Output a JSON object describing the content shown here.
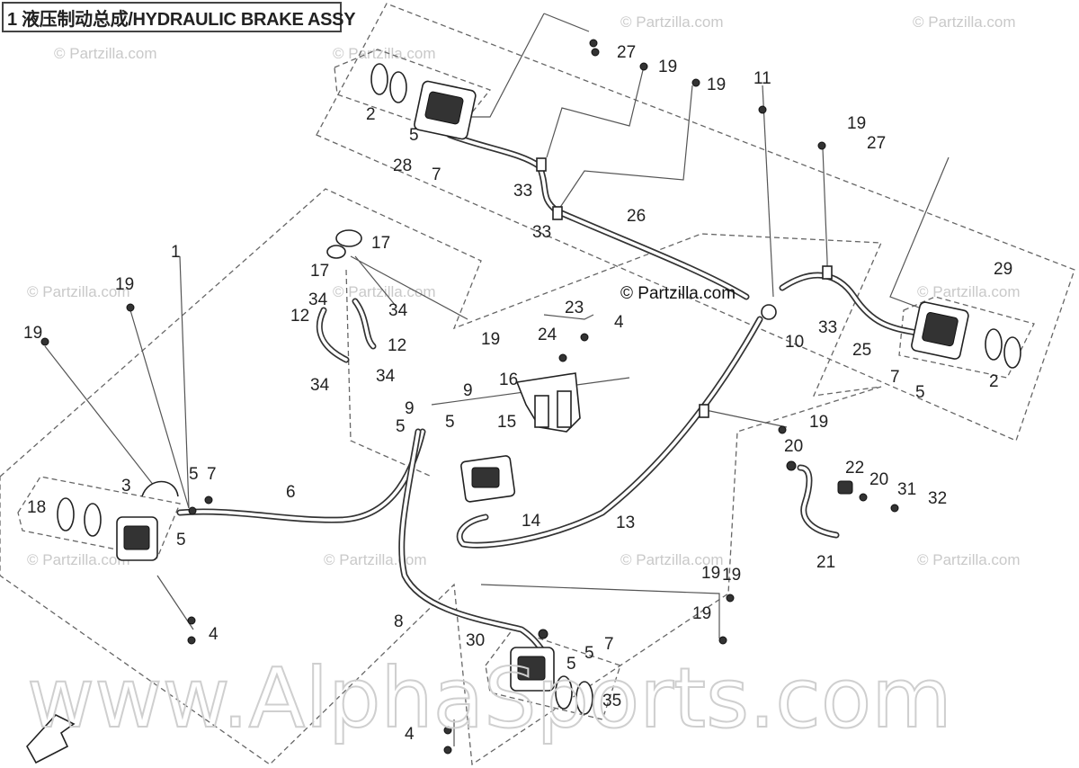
{
  "title": "1 液压制动总成/HYDRAULIC BRAKE ASSY",
  "watermark": {
    "partzilla": "© Partzilla.com",
    "alphasports": "www.AlphaSports.com"
  },
  "callouts": [
    {
      "id": "c-27a",
      "text": "27"
    },
    {
      "id": "c-19a",
      "text": "19"
    },
    {
      "id": "c-19b",
      "text": "19"
    },
    {
      "id": "c-11",
      "text": "11"
    },
    {
      "id": "c-2a",
      "text": "2"
    },
    {
      "id": "c-5a",
      "text": "5"
    },
    {
      "id": "c-28",
      "text": "28"
    },
    {
      "id": "c-7a",
      "text": "7"
    },
    {
      "id": "c-33a",
      "text": "33"
    },
    {
      "id": "c-33b",
      "text": "33"
    },
    {
      "id": "c-26",
      "text": "26"
    },
    {
      "id": "c-19c",
      "text": "19"
    },
    {
      "id": "c-27b",
      "text": "27"
    },
    {
      "id": "c-29",
      "text": "29"
    },
    {
      "id": "c-1",
      "text": "1"
    },
    {
      "id": "c-17a",
      "text": "17"
    },
    {
      "id": "c-17b",
      "text": "17"
    },
    {
      "id": "c-34a",
      "text": "34"
    },
    {
      "id": "c-34b",
      "text": "34"
    },
    {
      "id": "c-12a",
      "text": "12"
    },
    {
      "id": "c-12b",
      "text": "12"
    },
    {
      "id": "c-34c",
      "text": "34"
    },
    {
      "id": "c-34d",
      "text": "34"
    },
    {
      "id": "c-19d",
      "text": "19"
    },
    {
      "id": "c-19e",
      "text": "19"
    },
    {
      "id": "c-19f",
      "text": "19"
    },
    {
      "id": "c-23",
      "text": "23"
    },
    {
      "id": "c-24",
      "text": "24"
    },
    {
      "id": "c-4a",
      "text": "4"
    },
    {
      "id": "c-10",
      "text": "10"
    },
    {
      "id": "c-33c",
      "text": "33"
    },
    {
      "id": "c-25",
      "text": "25"
    },
    {
      "id": "c-7b",
      "text": "7"
    },
    {
      "id": "c-5b",
      "text": "5"
    },
    {
      "id": "c-2b",
      "text": "2"
    },
    {
      "id": "c-16",
      "text": "16"
    },
    {
      "id": "c-9a",
      "text": "9"
    },
    {
      "id": "c-9b",
      "text": "9"
    },
    {
      "id": "c-5c",
      "text": "5"
    },
    {
      "id": "c-5d",
      "text": "5"
    },
    {
      "id": "c-15",
      "text": "15"
    },
    {
      "id": "c-19g",
      "text": "19"
    },
    {
      "id": "c-20a",
      "text": "20"
    },
    {
      "id": "c-22",
      "text": "22"
    },
    {
      "id": "c-20b",
      "text": "20"
    },
    {
      "id": "c-31",
      "text": "31"
    },
    {
      "id": "c-32",
      "text": "32"
    },
    {
      "id": "c-21",
      "text": "21"
    },
    {
      "id": "c-13",
      "text": "13"
    },
    {
      "id": "c-14",
      "text": "14"
    },
    {
      "id": "c-6",
      "text": "6"
    },
    {
      "id": "c-3",
      "text": "3"
    },
    {
      "id": "c-5e",
      "text": "5"
    },
    {
      "id": "c-7c",
      "text": "7"
    },
    {
      "id": "c-18",
      "text": "18"
    },
    {
      "id": "c-5f",
      "text": "5"
    },
    {
      "id": "c-4b",
      "text": "4"
    },
    {
      "id": "c-8",
      "text": "8"
    },
    {
      "id": "c-19h",
      "text": "19"
    },
    {
      "id": "c-19i",
      "text": "19"
    },
    {
      "id": "c-30",
      "text": "30"
    },
    {
      "id": "c-5g",
      "text": "5"
    },
    {
      "id": "c-7d",
      "text": "7"
    },
    {
      "id": "c-5h",
      "text": "5"
    },
    {
      "id": "c-35",
      "text": "35"
    },
    {
      "id": "c-4c",
      "text": "4"
    },
    {
      "id": "c-19j",
      "text": "19"
    }
  ]
}
